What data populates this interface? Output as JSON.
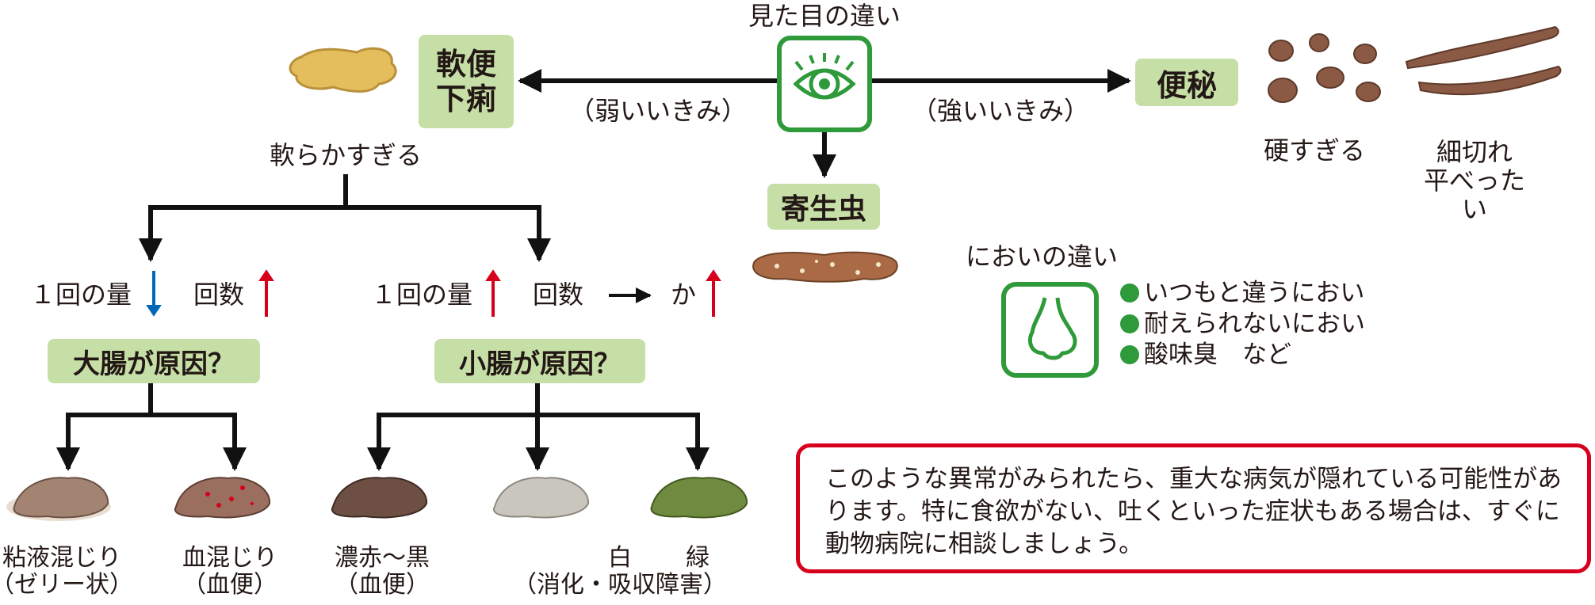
{
  "appearance": {
    "title": "見た目の違い",
    "weak_strain": "（弱いいきみ）",
    "strong_strain": "（強いいきみ）"
  },
  "boxes": {
    "soft_stool": "軟便\n下痢",
    "constipation": "便秘",
    "parasite": "寄生虫",
    "large_intestine": "大腸が原因？",
    "small_intestine": "小腸が原因？"
  },
  "right_captions": {
    "too_hard": "硬すぎる",
    "thin_flat": "細切れ\n平べったい"
  },
  "too_soft": "軟らかすぎる",
  "indicators": {
    "left_amount": "１回の量",
    "left_count": "回数",
    "right_amount": "１回の量",
    "right_count": "回数",
    "right_or": "か"
  },
  "colors": {
    "green_box": "#c5dfa6",
    "icon_green": "#2e9a3a",
    "arrow_red": "#d7001c",
    "arrow_blue": "#0068b7",
    "note_border": "#d7001c"
  },
  "stool_captions": {
    "mucus": "粘液混じり\n（ゼリー状）",
    "blood": "血混じり\n（血便）",
    "dark": "濃赤～黒\n（血便）",
    "white": "白\n（消化・吸収障害）",
    "green": "緑"
  },
  "smell": {
    "title": "においの違い",
    "items": [
      "いつもと違うにおい",
      "耐えられないにおい",
      "酸味臭　など"
    ]
  },
  "note": "このような異常がみられたら、重大な病気が隠れている可能性があります。特に食欲がない、吐くといった症状もある場合は、すぐに動物病院に相談しましょう。",
  "icons": [
    "eye-icon",
    "nose-icon",
    "stool-icon"
  ]
}
